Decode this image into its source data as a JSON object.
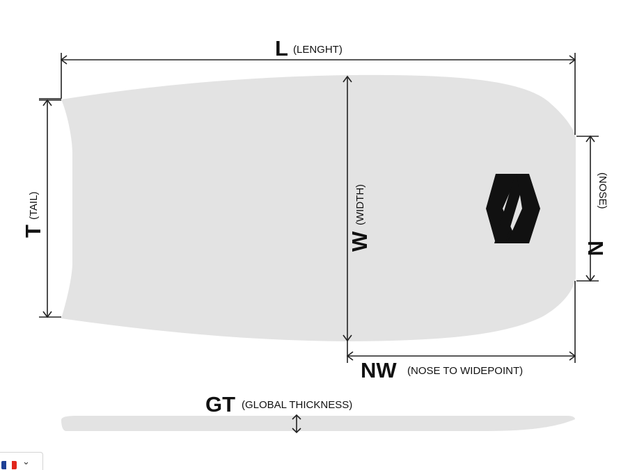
{
  "labels": {
    "length": {
      "letter": "L",
      "desc": "(LENGHT)"
    },
    "width": {
      "letter": "W",
      "desc": "(WIDTH)"
    },
    "tail": {
      "letter": "T",
      "desc": "(TAIL)"
    },
    "nose": {
      "letter": "N",
      "desc": "(NOSE)"
    },
    "nose_to_widepoint": {
      "letter": "NW",
      "desc": "(NOSE TO WIDEPOINT)"
    },
    "global_thickness": {
      "letter": "GT",
      "desc": "(GLOBAL THICKNESS)"
    }
  },
  "language_switcher": {
    "flag_colors": [
      "#1d3f95",
      "#ffffff",
      "#e1251b"
    ],
    "chevron": "⌄"
  },
  "colors": {
    "board": "#e3e3e3",
    "lines": "#222222",
    "text": "#111111"
  }
}
